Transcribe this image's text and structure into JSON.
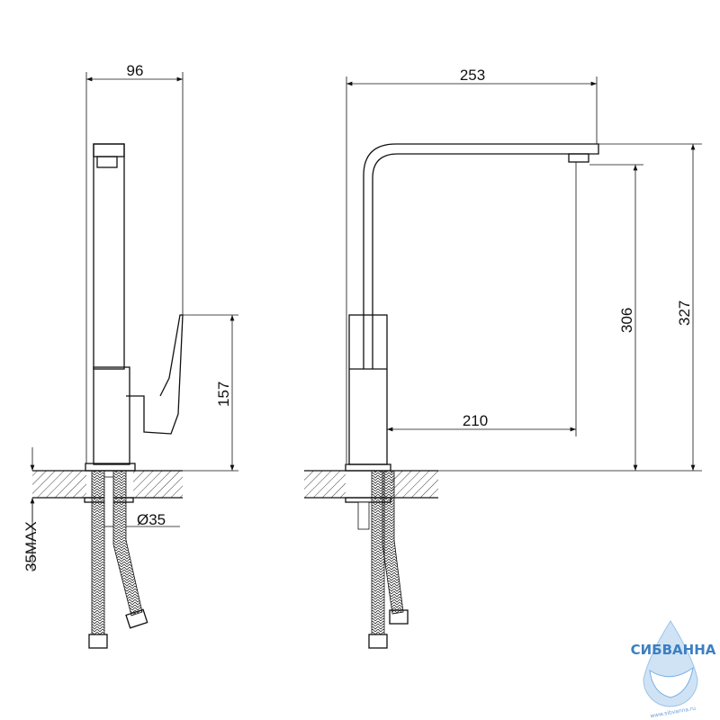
{
  "dimensions": {
    "side_width": "96",
    "handle_height": "157",
    "diameter": "Ø35",
    "counter_max": "35MAX",
    "spout_reach": "253",
    "spout_outlet_reach": "210",
    "outlet_height": "306",
    "total_height": "327"
  },
  "logo": {
    "name": "СИБВАННА",
    "url": "www.sibvanna.ru"
  },
  "colors": {
    "line": "#111111",
    "logo": "#3d7fc2"
  }
}
